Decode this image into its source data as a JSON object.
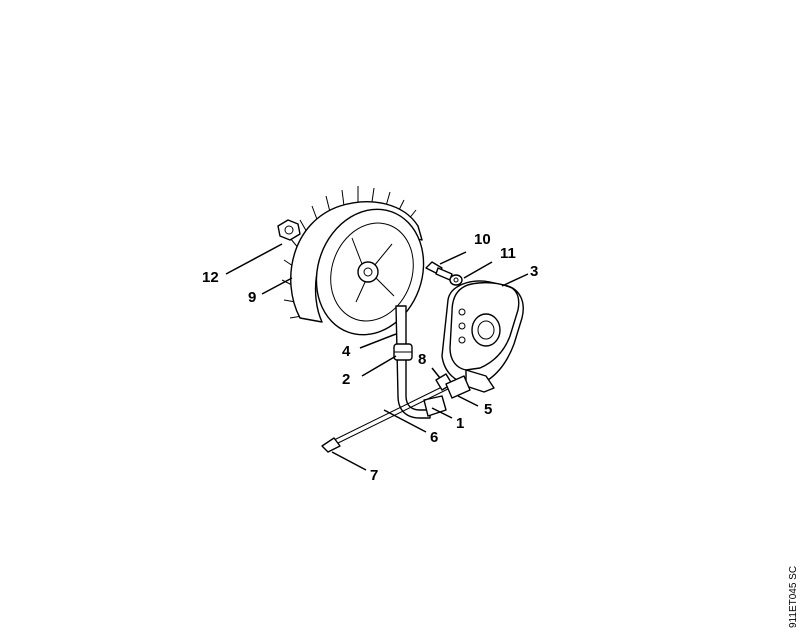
{
  "diagram": {
    "callouts": [
      "1",
      "2",
      "3",
      "4",
      "5",
      "6",
      "7",
      "8",
      "9",
      "10",
      "11",
      "12"
    ],
    "drawing_code": "911ET045 SC"
  }
}
